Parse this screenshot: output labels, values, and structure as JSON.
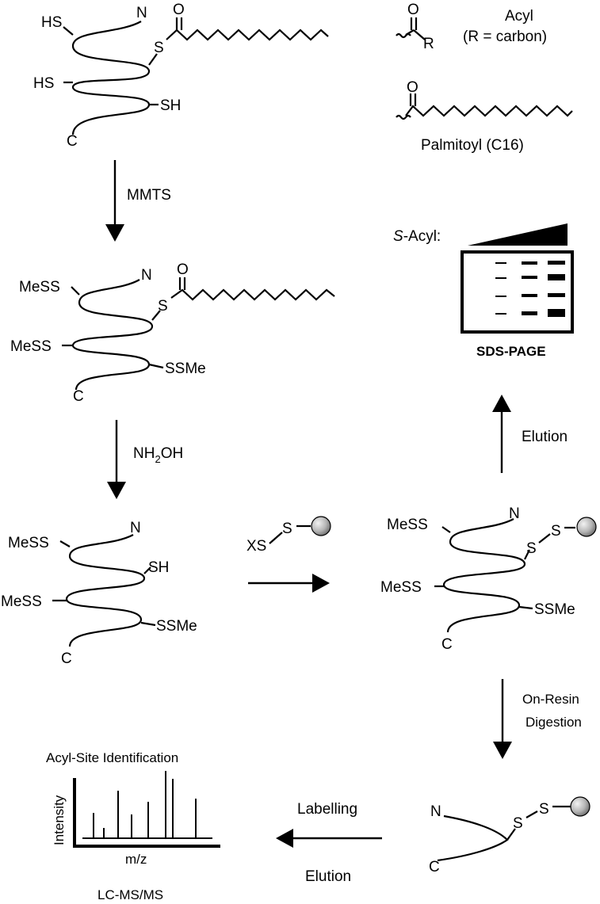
{
  "legend": {
    "acyl_label": "Acyl",
    "acyl_r_label": "R",
    "acyl_note": "(R = carbon)",
    "palmitoyl_label": "Palmitoyl (C16)"
  },
  "atoms": {
    "o": "O",
    "s": "S",
    "n": "N",
    "c": "C",
    "hs": "HS",
    "sh": "SH",
    "mess": "MeSS",
    "ssme": "SSMe",
    "xs": "XS"
  },
  "steps": {
    "mmts": "MMTS",
    "hydroxylamine_prefix": "NH",
    "hydroxylamine_sub": "2",
    "hydroxylamine_suffix": "OH",
    "elution_up": "Elution",
    "on_resin_line1": "On-Resin",
    "on_resin_line2": "Digestion",
    "labelling": "Labelling",
    "elution_bottom": "Elution"
  },
  "gel": {
    "prefix_italic": "S",
    "prefix_rest": "-Acyl:",
    "title": "SDS-PAGE"
  },
  "ms": {
    "title": "Acyl-Site Identification",
    "ylabel": "Intensity",
    "xlabel": "m/z",
    "method": "LC-MS/MS"
  },
  "colors": {
    "ink": "#000000",
    "bead_light": "#f2f2f2",
    "bead_dark": "#6e6e6e"
  }
}
